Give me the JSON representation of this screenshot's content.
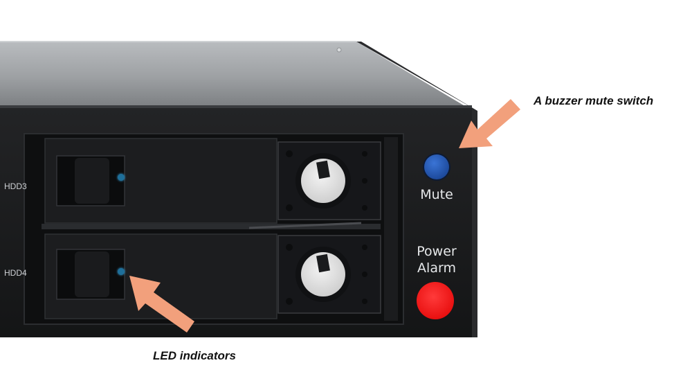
{
  "slots": [
    {
      "label": "HDD3"
    },
    {
      "label": "HDD4"
    }
  ],
  "front_panel": {
    "mute_label": "Mute",
    "alarm_label_line1": "Power",
    "alarm_label_line2": "Alarm"
  },
  "callouts": {
    "buzzer": "A buzzer mute switch",
    "led": "LED indicators"
  },
  "colors": {
    "chassis": "#1a1b1d",
    "top_panel": "#8a8d90",
    "mute_button": "#1f4fa8",
    "alarm_led": "#ff0d0d",
    "status_led": "#1e6f9a",
    "arrow": "#f2a07c"
  }
}
